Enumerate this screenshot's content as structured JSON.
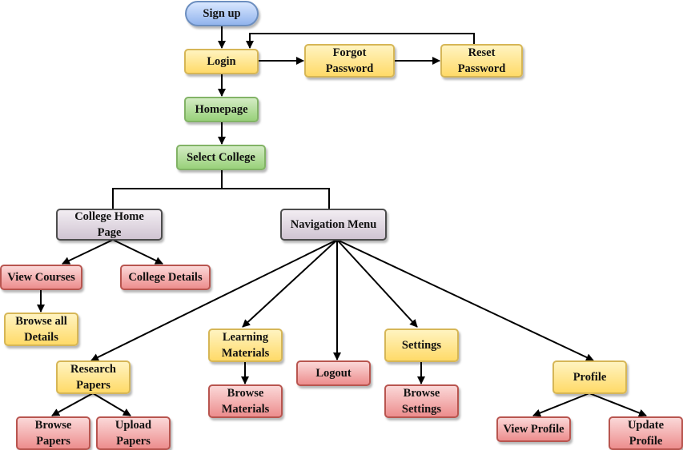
{
  "diagram": {
    "nodes": [
      {
        "id": "signup",
        "lines": [
          "Sign up"
        ],
        "style": "blue",
        "pill": true
      },
      {
        "id": "login",
        "lines": [
          "Login"
        ],
        "style": "yellow"
      },
      {
        "id": "forgot",
        "lines": [
          "Forgot",
          "Password"
        ],
        "style": "yellow"
      },
      {
        "id": "reset",
        "lines": [
          "Reset",
          "Password"
        ],
        "style": "yellow"
      },
      {
        "id": "homepage",
        "lines": [
          "Homepage"
        ],
        "style": "green"
      },
      {
        "id": "selectcollege",
        "lines": [
          "Select College"
        ],
        "style": "green"
      },
      {
        "id": "collegehome",
        "lines": [
          "College Home",
          "Page"
        ],
        "style": "gray"
      },
      {
        "id": "navmenu",
        "lines": [
          "Navigation Menu"
        ],
        "style": "gray"
      },
      {
        "id": "viewcourses",
        "lines": [
          "View Courses"
        ],
        "style": "red"
      },
      {
        "id": "collegedetails",
        "lines": [
          "College Details"
        ],
        "style": "red"
      },
      {
        "id": "browsealldetails",
        "lines": [
          "Browse all",
          "Details"
        ],
        "style": "yellow"
      },
      {
        "id": "research",
        "lines": [
          "Research",
          "Papers"
        ],
        "style": "yellow"
      },
      {
        "id": "learning",
        "lines": [
          "Learning",
          "Materials"
        ],
        "style": "yellow"
      },
      {
        "id": "logout",
        "lines": [
          "Logout"
        ],
        "style": "red"
      },
      {
        "id": "settings",
        "lines": [
          "Settings"
        ],
        "style": "yellow"
      },
      {
        "id": "profile",
        "lines": [
          "Profile"
        ],
        "style": "yellow"
      },
      {
        "id": "browsepapers",
        "lines": [
          "Browse",
          "Papers"
        ],
        "style": "red"
      },
      {
        "id": "uploadpapers",
        "lines": [
          "Upload",
          "Papers"
        ],
        "style": "red"
      },
      {
        "id": "browsematerials",
        "lines": [
          "Browse",
          "Materials"
        ],
        "style": "red"
      },
      {
        "id": "browsesettings",
        "lines": [
          "Browse",
          "Settings"
        ],
        "style": "red"
      },
      {
        "id": "viewprofile",
        "lines": [
          "View Profile"
        ],
        "style": "red"
      },
      {
        "id": "updateprofile",
        "lines": [
          "Update",
          "Profile"
        ],
        "style": "red"
      }
    ],
    "edges": [
      {
        "from": "signup",
        "to": "login"
      },
      {
        "from": "login",
        "to": "forgot"
      },
      {
        "from": "forgot",
        "to": "reset"
      },
      {
        "from": "reset",
        "to": "login"
      },
      {
        "from": "login",
        "to": "homepage"
      },
      {
        "from": "homepage",
        "to": "selectcollege"
      },
      {
        "from": "selectcollege",
        "to": "collegehome",
        "arrow": false
      },
      {
        "from": "selectcollege",
        "to": "navmenu",
        "arrow": false
      },
      {
        "from": "collegehome",
        "to": "viewcourses"
      },
      {
        "from": "collegehome",
        "to": "collegedetails"
      },
      {
        "from": "viewcourses",
        "to": "browsealldetails"
      },
      {
        "from": "navmenu",
        "to": "research"
      },
      {
        "from": "navmenu",
        "to": "learning"
      },
      {
        "from": "navmenu",
        "to": "logout"
      },
      {
        "from": "navmenu",
        "to": "settings"
      },
      {
        "from": "navmenu",
        "to": "profile"
      },
      {
        "from": "research",
        "to": "browsepapers"
      },
      {
        "from": "research",
        "to": "uploadpapers"
      },
      {
        "from": "learning",
        "to": "browsematerials"
      },
      {
        "from": "settings",
        "to": "browsesettings"
      },
      {
        "from": "profile",
        "to": "viewprofile"
      },
      {
        "from": "profile",
        "to": "updateprofile"
      }
    ],
    "colors": {
      "blue": {
        "top": "#dbe8ff",
        "bottom": "#8fb2ec",
        "stroke": "#6c8ebf"
      },
      "yellow": {
        "top": "#fff4c3",
        "bottom": "#ffd966",
        "stroke": "#d6b656"
      },
      "green": {
        "top": "#d5ecc7",
        "bottom": "#97d077",
        "stroke": "#82b366"
      },
      "gray": {
        "top": "#f3eef3",
        "bottom": "#cfc3d1",
        "stroke": "#4d4d4d"
      },
      "red": {
        "top": "#fbdada",
        "bottom": "#ec8b8b",
        "stroke": "#b85450"
      },
      "line": "#000000"
    }
  }
}
